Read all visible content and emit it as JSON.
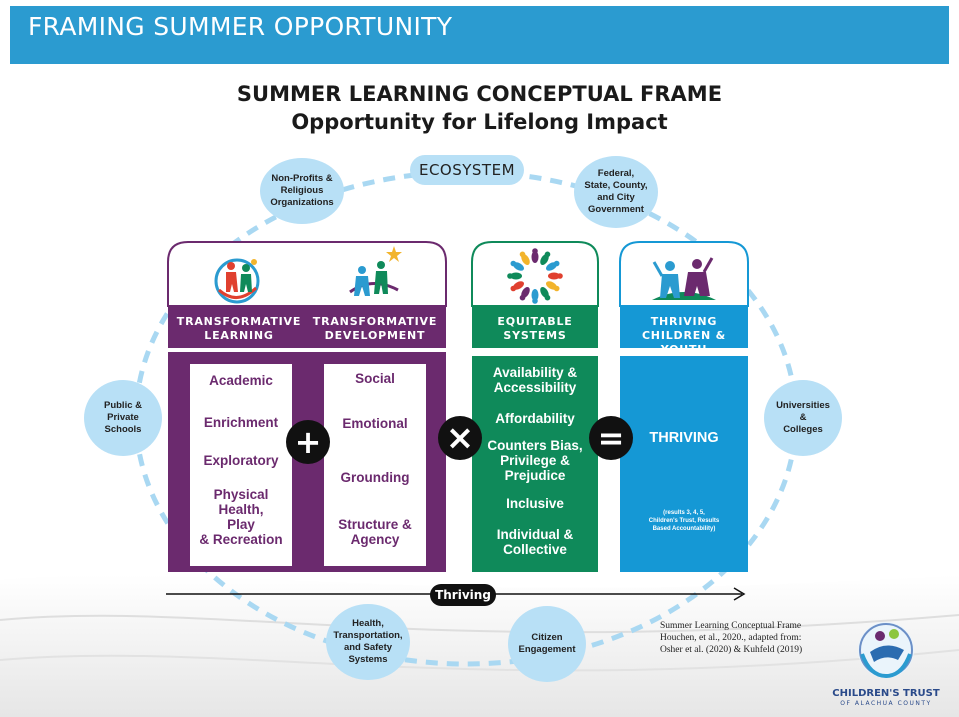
{
  "header": {
    "title": "FRAMING SUMMER OPPORTUNITY"
  },
  "diagram": {
    "title": "SUMMER LEARNING CONCEPTUAL FRAME",
    "subtitle": "Opportunity for Lifelong Impact",
    "ecosystem_label": "ECOSYSTEM",
    "bubbles": {
      "nonprofits": "Non-Profits &\nReligious\nOrganizations",
      "government": "Federal,\nState, County,\nand City\nGovernment",
      "schools": "Public &\nPrivate\nSchools",
      "universities": "Universities\n&\nColleges",
      "health": "Health,\nTransportation,\nand Safety\nSystems",
      "citizen": "Citizen\nEngagement"
    },
    "columns": {
      "learning": {
        "heading": "TRANSFORMATIVE\nLEARNING",
        "items": [
          "Academic",
          "Enrichment",
          "Exploratory",
          "Physical\nHealth,\nPlay\n& Recreation"
        ]
      },
      "development": {
        "heading": "TRANSFORMATIVE\nDEVELOPMENT",
        "items": [
          "Social",
          "Emotional",
          "Grounding",
          "Structure &\nAgency"
        ]
      },
      "equitable": {
        "heading": "EQUITABLE\nSYSTEMS",
        "items": [
          "Availability &\nAccessibility",
          "Affordability",
          "Counters Bias,\nPrivilege &\nPrejudice",
          "Inclusive",
          "Individual &\nCollective"
        ]
      },
      "thriving": {
        "heading": "THRIVING\nCHILDREN & YOUTH",
        "main": "THRIVING",
        "note": "(results 3, 4, 5,\nChildren's Trust, Results\nBased Accountability)"
      }
    },
    "operators": {
      "plus": "+",
      "times": "×",
      "equals": "="
    },
    "arrow_label": "Thriving",
    "citation": "Summer Learning Conceptual Frame\nHouchen, et al., 2020., adapted from:\nOsher et al. (2020) & Kuhfeld (2019)",
    "logo": {
      "line1": "CHILDREN'S TRUST",
      "line2": "OF ALACHUA COUNTY"
    }
  },
  "colors": {
    "header_blue": "#2b9bd0",
    "purple": "#6b2a6e",
    "green": "#0f8a5a",
    "blue": "#1598d5",
    "bubble": "#b8e0f6",
    "dash": "#a9d8f2"
  },
  "icons": [
    "children-circle-icon",
    "children-star-icon",
    "ring-of-people-icon",
    "two-children-icon",
    "childrens-trust-logo-icon"
  ]
}
